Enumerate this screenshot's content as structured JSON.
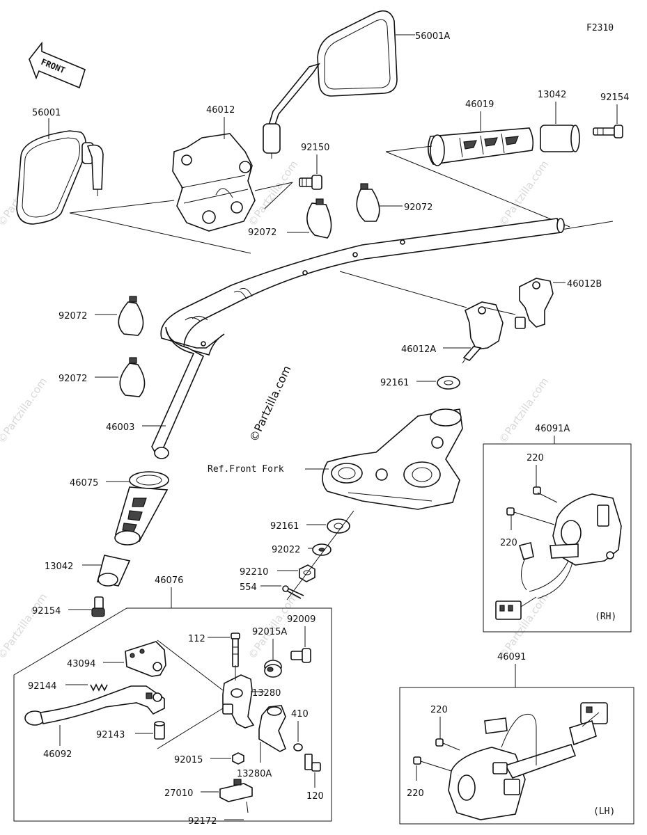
{
  "figure_code": "F2310",
  "front_label": "FRONT",
  "watermark": "©Partzilla.com",
  "callouts": {
    "mirror_left": "56001",
    "mirror_right": "56001A",
    "clamp_left": "46012",
    "bolt_92150": "92150",
    "band_upper_right": "92072",
    "band_upper_center": "92072",
    "band_left_1": "92072",
    "band_left_2": "92072",
    "grip_right": "46019",
    "weight_right": "13042",
    "screw_right": "92154",
    "holder_46012b": "46012B",
    "holder_46012a": "46012A",
    "washer_top": "92161",
    "handlebar": "46003",
    "grip_left": "46075",
    "weight_left": "13042",
    "screw_left": "92154",
    "ref_front_fork": "Ref.Front Fork",
    "washer_bottom": "92161",
    "washer_92022": "92022",
    "nut_92210": "92210",
    "pin_554": "554",
    "lever_assy": "46076",
    "bolt_112": "112",
    "collar_92015a": "92015A",
    "bolt_92009": "92009",
    "holder_43094": "43094",
    "spring_92144": "92144",
    "bracket_13280": "13280",
    "nut_410": "410",
    "collar_92143": "92143",
    "lever_46092": "46092",
    "nut_92015": "92015",
    "clamp_13280a": "13280A",
    "bolt_120": "120",
    "switch_27010": "27010",
    "screw_92172": "92172",
    "switch_rh": "46091A",
    "screw_rh_1": "220",
    "screw_rh_2": "220",
    "rh_tag": "(RH)",
    "switch_lh": "46091",
    "screw_lh_1": "220",
    "screw_lh_2": "220",
    "lh_tag": "(LH)"
  },
  "colors": {
    "ink": "#111111",
    "watermark": "#d8d8d8",
    "background": "#ffffff"
  }
}
